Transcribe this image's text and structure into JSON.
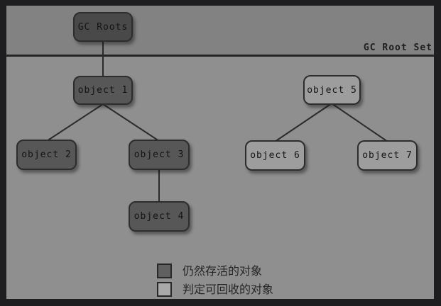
{
  "diagram": {
    "root_set_label": "GC Root Set",
    "nodes": [
      {
        "id": "gc-roots",
        "label": "GC Roots",
        "status": "alive"
      },
      {
        "id": "object-1",
        "label": "object 1",
        "status": "alive"
      },
      {
        "id": "object-2",
        "label": "object 2",
        "status": "alive"
      },
      {
        "id": "object-3",
        "label": "object 3",
        "status": "alive"
      },
      {
        "id": "object-4",
        "label": "object 4",
        "status": "alive"
      },
      {
        "id": "object-5",
        "label": "object 5",
        "status": "reclaimable"
      },
      {
        "id": "object-6",
        "label": "object 6",
        "status": "reclaimable"
      },
      {
        "id": "object-7",
        "label": "object 7",
        "status": "reclaimable"
      }
    ],
    "edges": [
      {
        "from": "gc-roots",
        "to": "object-1"
      },
      {
        "from": "object-1",
        "to": "object-2"
      },
      {
        "from": "object-1",
        "to": "object-3"
      },
      {
        "from": "object-3",
        "to": "object-4"
      },
      {
        "from": "object-5",
        "to": "object-6"
      },
      {
        "from": "object-5",
        "to": "object-7"
      }
    ],
    "legend": [
      {
        "label": "仍然存活的对象",
        "swatch_color": "#606060",
        "meaning": "alive"
      },
      {
        "label": "判定可回收的对象",
        "swatch_color": "#a9a9a9",
        "meaning": "reclaimable"
      }
    ],
    "colors": {
      "gc_roots_box": "#494949",
      "alive_box": "#575757",
      "reclaimable_box": "#9d9d9d",
      "upper_band_background": "#828282",
      "lower_background": "#8f8f8f",
      "divider_line": "#242424",
      "frame": "#1e1e20"
    }
  }
}
